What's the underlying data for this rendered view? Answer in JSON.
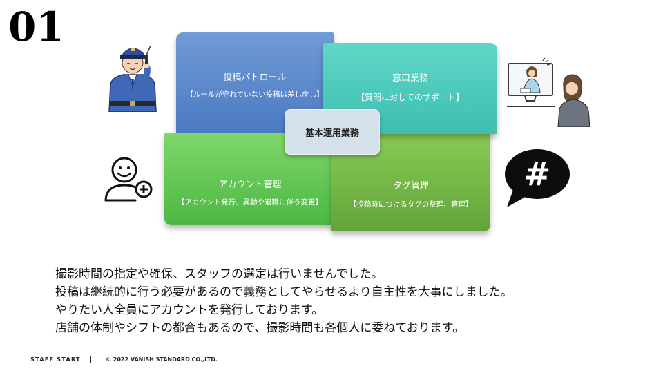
{
  "slide": {
    "number": "01"
  },
  "diagram": {
    "center": "基本運用業務",
    "quadrants": {
      "top_left": {
        "title": "投稿パトロール",
        "subtitle": "【ルールが守れていない投稿は差し戻し】",
        "color": "#5a88c9"
      },
      "top_right": {
        "title": "窓口業務",
        "subtitle": "【質問に対してのサポート】",
        "color": "#4ccab9"
      },
      "bottom_left": {
        "title": "アカウント管理",
        "subtitle": "【アカウント発行、異動や退職に伴う変更】",
        "color": "#5cc44f"
      },
      "bottom_right": {
        "title": "タグ管理",
        "subtitle": "【投稿時につけるタグの整理、管理】",
        "color": "#76b848"
      }
    },
    "icons": [
      "security-guard-icon",
      "video-call-icon",
      "add-user-icon",
      "hashtag-speech-bubble-icon"
    ],
    "hashtag_symbol": "#"
  },
  "body": {
    "lines": [
      "撮影時間の指定や確保、スタッフの選定は行いませんでした。",
      "投稿は継続的に行う必要があるので義務としてやらせるより自主性を大事にしました。",
      "やりたい人全員にアカウントを発行しております。",
      "店舗の体制やシフトの都合もあるので、撮影時間も各個人に委ねております。"
    ]
  },
  "footer": {
    "brand": "STAFF START",
    "copyright": "© 2022 VANISH STANDARD CO.,LTD."
  }
}
